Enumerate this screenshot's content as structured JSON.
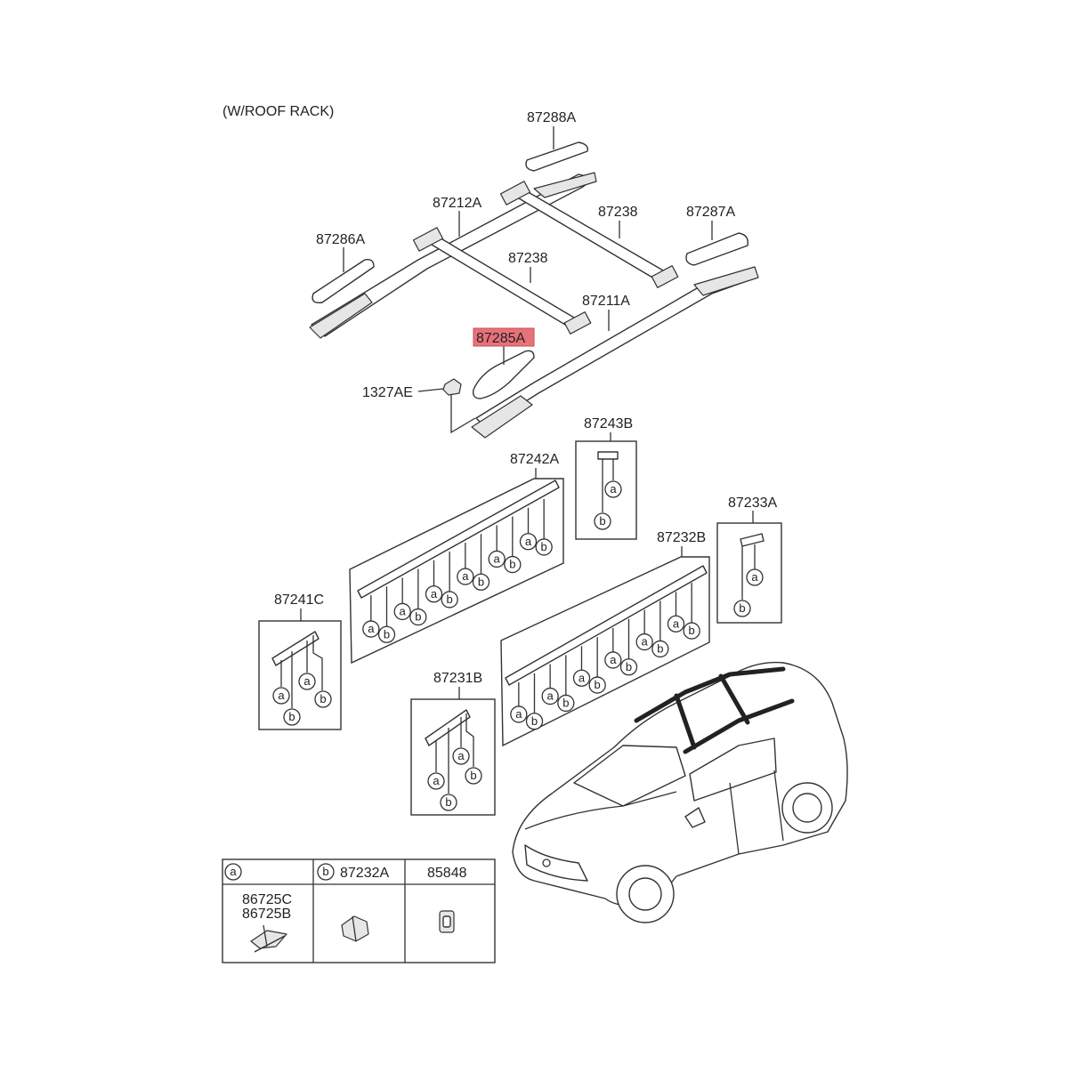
{
  "header": {
    "note": "(W/ROOF RACK)"
  },
  "callouts": {
    "p87288A": "87288A",
    "p87212A": "87212A",
    "p87238_front": "87238",
    "p87287A": "87287A",
    "p87286A": "87286A",
    "p87238_rear": "87238",
    "p87211A": "87211A",
    "p87285A": "87285A",
    "p1327AE": "1327AE",
    "p87243B": "87243B",
    "p87242A": "87242A",
    "p87233A": "87233A",
    "p87232B": "87232B",
    "p87241C": "87241C",
    "p87231B": "87231B"
  },
  "clip_markers": {
    "a": "a",
    "b": "b"
  },
  "legend": {
    "col_a": {
      "symbol": "a",
      "parts": [
        "86725C",
        "86725B"
      ]
    },
    "col_b": {
      "symbol": "b",
      "part": "87232A"
    },
    "col_c": {
      "part": "85848"
    }
  },
  "highlight": {
    "part": "87285A",
    "color": "#e8727a"
  }
}
